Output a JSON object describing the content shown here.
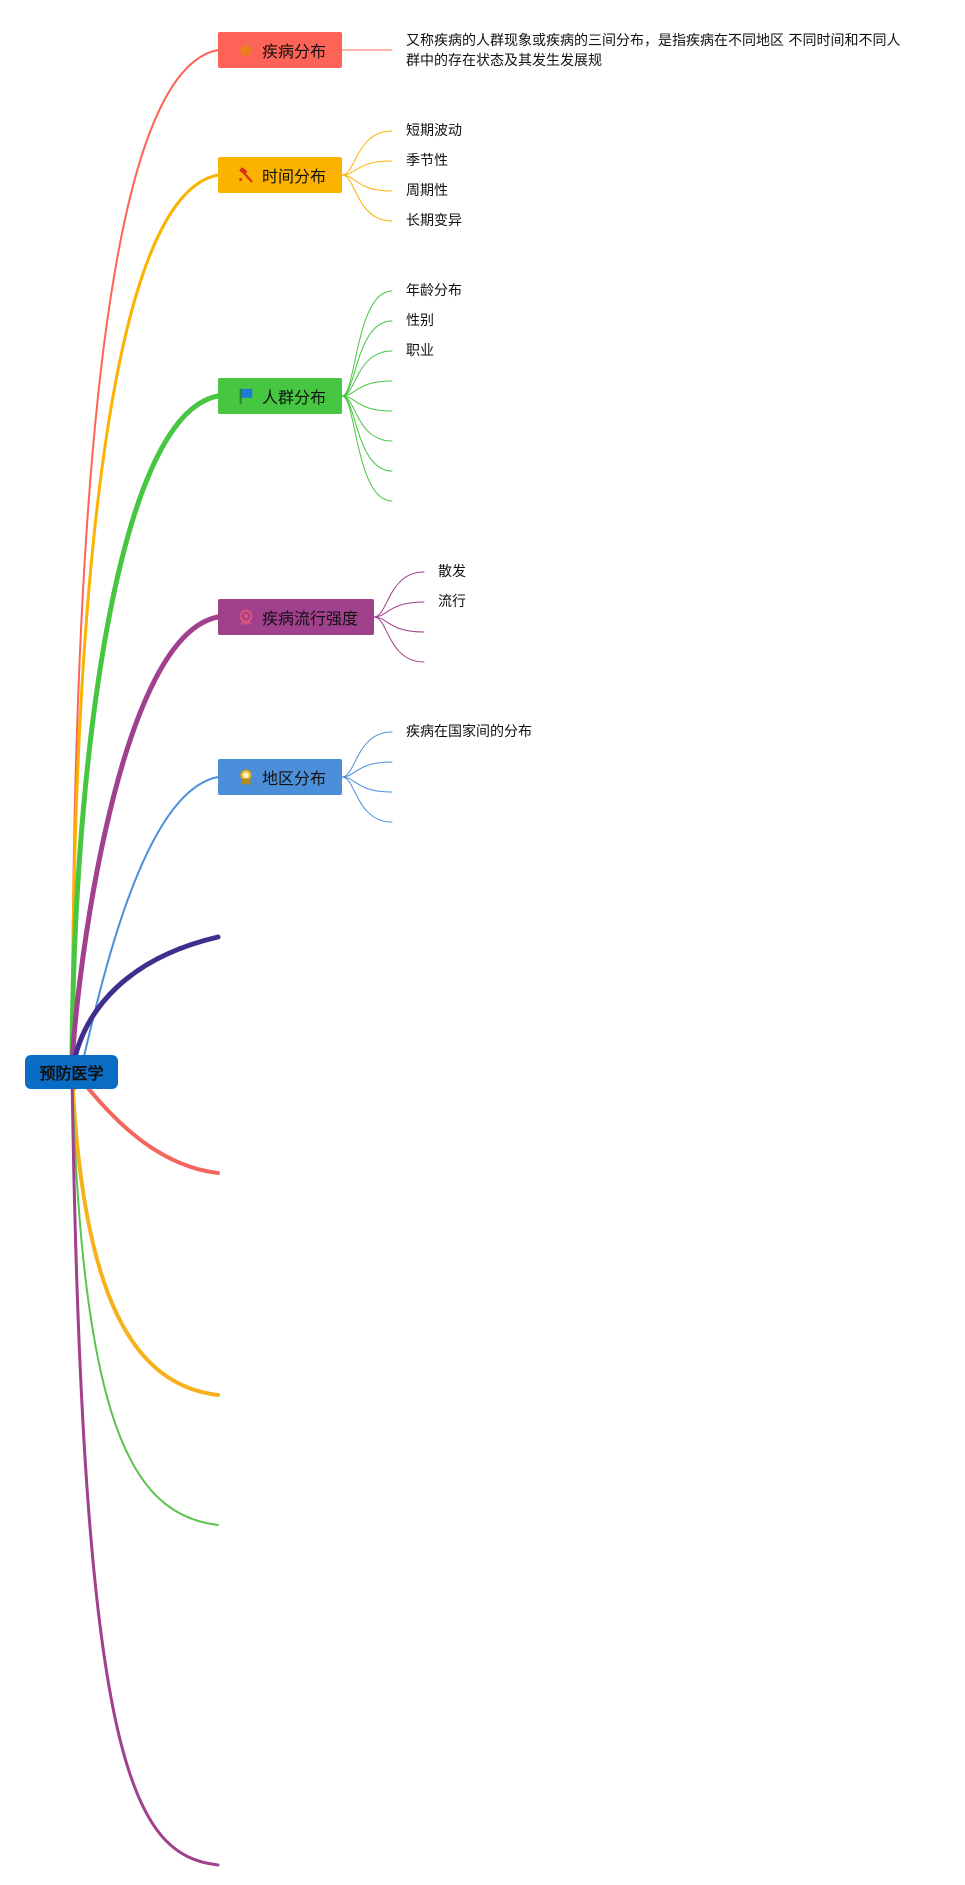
{
  "root": {
    "label": "预防医学",
    "color": "#0a6cc4"
  },
  "topics": [
    {
      "id": "disease",
      "label": "疾病分布",
      "color": "#fd6356",
      "icon": "star-icon",
      "children": [
        "又称疾病的人群现象或疾病的三间分布，是指疾病在不同地区 不同时间和不同人群中的存在状态及其发生发展规"
      ]
    },
    {
      "id": "time",
      "label": "时间分布",
      "color": "#fbb300",
      "icon": "hammer-icon",
      "children": [
        "短期波动",
        "季节性",
        "周期性",
        "长期变异"
      ]
    },
    {
      "id": "population",
      "label": "人群分布",
      "color": "#47c641",
      "icon": "flag-icon",
      "children": [
        "年龄分布",
        "性别",
        "职业",
        "",
        "",
        "",
        "",
        ""
      ]
    },
    {
      "id": "intensity",
      "label": "疾病流行强度",
      "color": "#a1408d",
      "icon": "rosette-icon",
      "children": [
        "散发",
        "流行",
        "",
        ""
      ]
    },
    {
      "id": "region",
      "label": "地区分布",
      "color": "#4b8fda",
      "icon": "medal-icon",
      "children": [
        "疾病在国家间的分布",
        "",
        "",
        ""
      ]
    }
  ],
  "empty_branches": [
    {
      "color": "#3f2e8b"
    },
    {
      "color": "#f2665e"
    },
    {
      "color": "#f6b21c"
    },
    {
      "color": "#5cc34d"
    },
    {
      "color": "#a1408d"
    }
  ]
}
